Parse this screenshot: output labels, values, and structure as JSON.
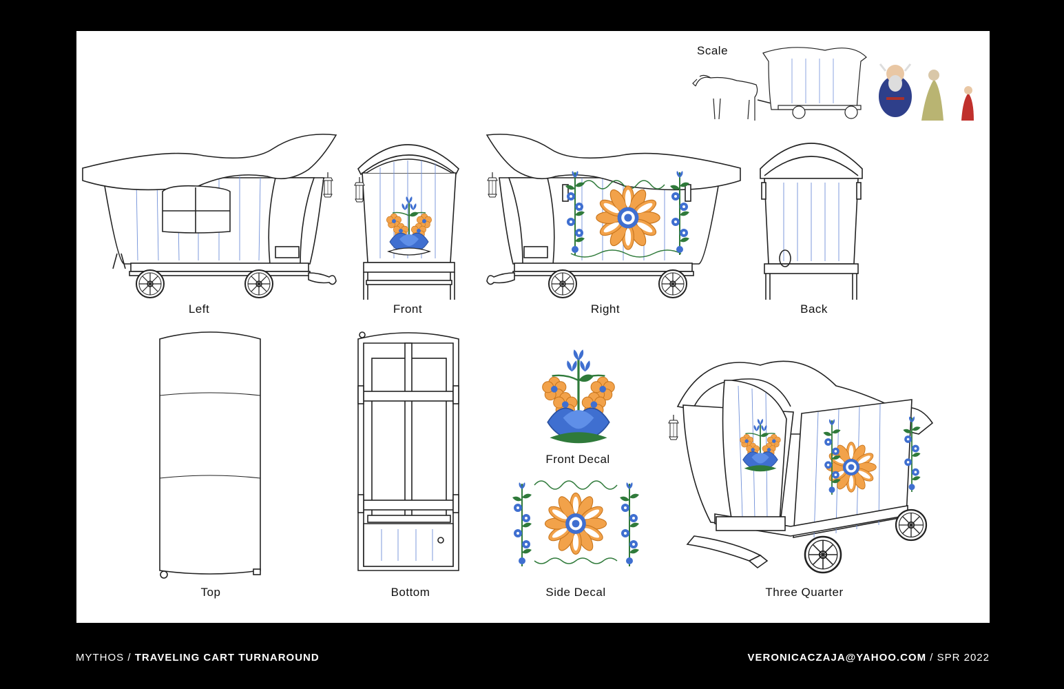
{
  "views": {
    "scale": "Scale",
    "left": "Left",
    "front": "Front",
    "right": "Right",
    "back": "Back",
    "top": "Top",
    "bottom": "Bottom",
    "front_decal": "Front Decal",
    "side_decal": "Side Decal",
    "three_quarter": "Three Quarter"
  },
  "footer": {
    "project": "MYTHOS",
    "separator": " / ",
    "title": "TRAVELING CART TURNAROUND",
    "email": "VERONICACZAJA@YAHOO.COM",
    "date": "SPR 2022"
  },
  "colors": {
    "background": "#000000",
    "sheet": "#ffffff",
    "line": "#222222",
    "plank_line": "#6f8fd8",
    "flower_blue": "#3f6fd0",
    "flower_orange": "#f2a24a",
    "leaf_green": "#2f7a3a"
  }
}
